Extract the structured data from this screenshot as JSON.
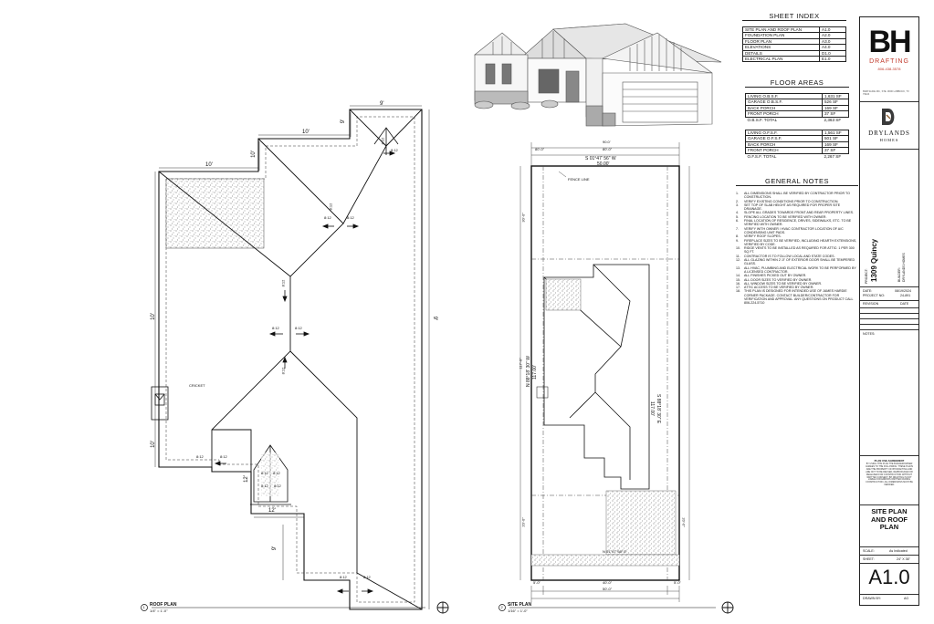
{
  "roof_plan": {
    "dims": {
      "top_9": "9'",
      "left_10": "10'",
      "mid_10": "10'",
      "vert_9_small": "9'",
      "vert_10": "10'",
      "right_9": "9'",
      "left_10_a": "10'",
      "left_10_b": "10'",
      "bottom_12": "12'",
      "bottom_12_b": "12'",
      "bottom_9": "9'"
    },
    "slope_label": "8:12",
    "cricket_label": "CRICKET",
    "title": "ROOF PLAN",
    "scale": "1/4\" = 1'-0\"",
    "num": "1"
  },
  "site_plan": {
    "dims_top": [
      "90.0'",
      "80'-0\"",
      "80'-0\""
    ],
    "bearing_top": "S 01°47' 56\" W",
    "bearing_top_dist": "50.00'",
    "fence_label": "FENCE LINE",
    "bearing_right": "S 88°18' 30\" E",
    "bearing_right_dist": "117.00'",
    "bearing_left": "N 88°18' 30\" W",
    "bearing_left_dist": "117.00'",
    "bearing_bottom": "N 01°47' 56\" E",
    "bottom_dims": [
      "5'-0\"",
      "40'-0\"",
      "5'-0\"",
      "50'-0\""
    ],
    "side_dims": [
      "30'-0\"",
      "20'-0\"",
      "117'-0\"",
      "20'-0\""
    ],
    "title": "SITE PLAN",
    "scale": "1/16\" = 1'-0\"",
    "num": "2"
  },
  "sheet_index": {
    "title": "SHEET INDEX",
    "rows": [
      {
        "name": "SITE PLAN AND ROOF PLAN",
        "num": "A1.0"
      },
      {
        "name": "FOUNDATION PLAN",
        "num": "A2.0"
      },
      {
        "name": "FLOOR PLAN",
        "num": "A3.0"
      },
      {
        "name": "ELEVATIONS",
        "num": "A4.0"
      },
      {
        "name": "DETAILS",
        "num": "D1.0"
      },
      {
        "name": "ELECTRICAL PLAN",
        "num": "E1.0"
      }
    ]
  },
  "floor_areas": {
    "title": "FLOOR AREAS",
    "obsf": [
      {
        "name": "LIVING O.B.S.F.",
        "val": "1,631 SF"
      },
      {
        "name": "GARAGE O.B.S.F.",
        "val": "526 SF"
      },
      {
        "name": "BACK PORCH",
        "val": "169 SF"
      },
      {
        "name": "FRONT PORCH",
        "val": "37 SF"
      },
      {
        "name": "O.B.S.F. TOTAL",
        "val": "2,363 SF"
      }
    ],
    "ofsf": [
      {
        "name": "LIVING O.F.S.F.",
        "val": "1,561 SF"
      },
      {
        "name": "GARAGE O.F.S.F.",
        "val": "501 SF"
      },
      {
        "name": "BACK PORCH",
        "val": "169 SF"
      },
      {
        "name": "FRONT PORCH",
        "val": "37 SF"
      },
      {
        "name": "O.F.S.F. TOTAL",
        "val": "2,267 SF"
      }
    ]
  },
  "general_notes": {
    "title": "GENERAL NOTES",
    "items": [
      {
        "n": "1.",
        "text": "ALL DIMENSIONS SHALL BE VERIFIED BY CONTRACTOR PRIOR TO CONSTRUCTION."
      },
      {
        "n": "2.",
        "text": "VERIFY EXISTING CONDITIONS PRIOR TO CONSTRUCTION."
      },
      {
        "n": "3.",
        "text": "SET TOP OF SLAB HEIGHT AS REQUIRED FOR PROPER SITE DRAINAGE."
      },
      {
        "n": "4.",
        "text": "SLOPE ALL GRADES TOWARDS FRONT AND REAR PROPERTY LINES."
      },
      {
        "n": "5.",
        "text": "FENCING LOCATION TO BE VERIFIED WITH OWNER."
      },
      {
        "n": "6.",
        "text": "FINAL LOCATION OF RESIDENCE, DRIVES, SIDEWALKS, ETC. TO BE VERIFIED WITH OWNER."
      },
      {
        "n": "7.",
        "text": "VERIFY WITH OWNER / HVAC CONTRACTOR LOCATION OF A/C CONDENSING UNIT PADS."
      },
      {
        "n": "8.",
        "text": "VERIFY ROOF SLOPES."
      },
      {
        "n": "9.",
        "text": "FIREPLACE SIZES TO BE VERIFIED, INCLUDING HEARTH EXTENSIONS, VERIFIED BY CODE."
      },
      {
        "n": "10.",
        "text": "RIDGE VENTS TO BE INSTALLED AS REQUIRED FOR ATTIC: 1 PER 300 SQ FT."
      },
      {
        "n": "11.",
        "text": "CONTRACTOR IS TO FOLLOW LOCAL AND STATE CODES."
      },
      {
        "n": "12.",
        "text": "ALL GLAZING WITHIN 2'-0\" OF EXTERIOR DOOR SHALL BE TEMPERED GLASS."
      },
      {
        "n": "13.",
        "text": "ALL HVAC, PLUMBING AND ELECTRICAL WORK TO BE PERFORMED BY A LICENSED CONTRACTOR."
      },
      {
        "n": "14.",
        "text": "ALL FINISHES PICKED OUT BY OWNER."
      },
      {
        "n": "15.",
        "text": "ALL DOOR SIZES TO VERIFIED BY OWNER."
      },
      {
        "n": "16.",
        "text": "ALL WINDOW SIZES TO BE VERIFIED BY OWNER."
      },
      {
        "n": "17.",
        "text": "ATTIC ACCESS TO BE VERIFIED BY OWNER."
      },
      {
        "n": "18.",
        "text": "THIS PLAN IS DESIGNED FOR INTENDED USE OF JAMES HARDIE CORNER PACKAGE. CONTACT BUILDER/CONTRACTOR FOR VERIFICATION AND APPROVAL. ANY QUESTIONS ON PRODUCT CALL 806-224-5710"
      }
    ]
  },
  "title_block": {
    "logo_letters": "BH",
    "logo_word": "DRAFTING",
    "logo_phone": "806-438-3578",
    "addr": "8908 SLIDE RD., STE. #000 LUBBOCK, TX 79424",
    "dl_name": "DRYLANDS",
    "dl_sub": "HOMES",
    "project_label": "PROJECT:",
    "project": "1309 Quincy",
    "builder_label": "BUILDER:",
    "builder": "DRYLANDS HOMES",
    "date_label": "DATE:",
    "date": "08/19/2024",
    "projno_label": "PROJECT NO:",
    "projno": "24-891",
    "revision_label": "REVISION",
    "revision_date": "DATE",
    "notes_label": "NOTES:",
    "agreement_title": "PLAN USE AGREEMENT",
    "agreement": "BY USING THIS PLAN THE BUILDER/OWNER AGREES TO THE FOLLOWING: THESE PLANS ARE THE PROPERTY OF BH DRAFTING AND ARE NOT TO BE REUSED, REPRODUCED OR RELEASED FOR CONSTRUCTION WITHOUT WRITTEN CONSENT. BH DRAFTING IS NOT LIABLE FOR ERRORS OMITTED DURING CONSTRUCTION. ALL DIMENSIONS MUST BE VERIFIED.",
    "sheet_name": "SITE PLAN AND ROOF PLAN",
    "scale_label": "SCALE:",
    "scale": "As Indicated",
    "sheet_label": "SHEET:",
    "sheet_size": "24\" X 36\"",
    "sheet_no": "A1.0",
    "drawn_label": "DRAWN BY:",
    "drawn": "AG"
  }
}
